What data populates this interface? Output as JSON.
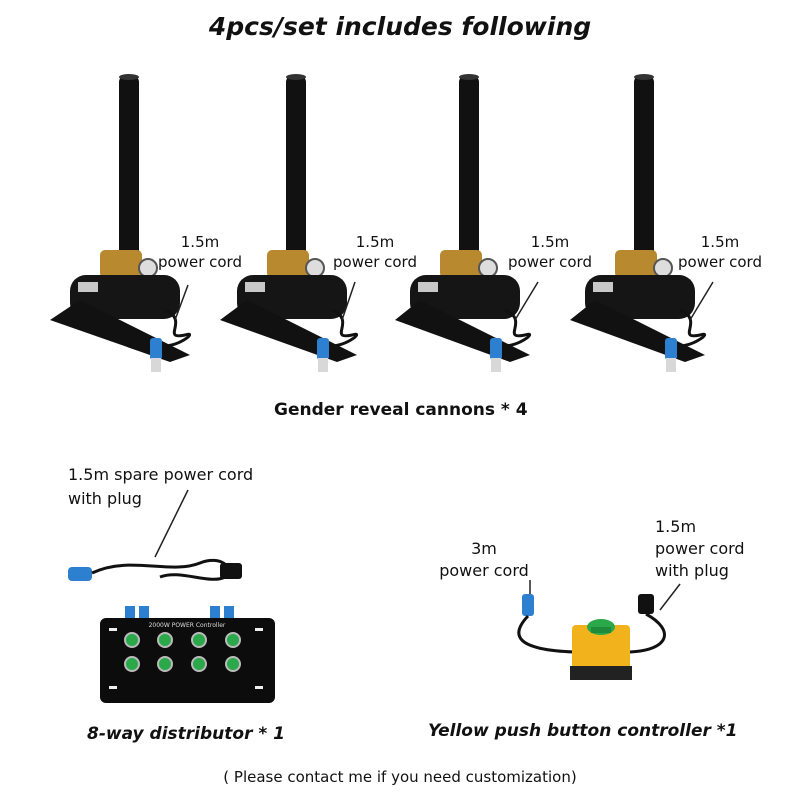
{
  "title": "4pcs/set includes following",
  "cannons": {
    "caption": "Gender reveal cannons * 4",
    "items": [
      {
        "label_line1": "1.5m",
        "label_line2": "power cord"
      },
      {
        "label_line1": "1.5m",
        "label_line2": "power cord"
      },
      {
        "label_line1": "1.5m",
        "label_line2": "power cord"
      },
      {
        "label_line1": "1.5m",
        "label_line2": "power cord"
      }
    ]
  },
  "spare_cord": {
    "line1": "1.5m  spare power cord",
    "line2": "with plug"
  },
  "distributor": {
    "caption": "8-way distributor * 1",
    "panel_text": "2000W POWER Controller"
  },
  "controller": {
    "caption": "Yellow push button controller *1",
    "left_cord": {
      "line1": "3m",
      "line2": "power cord"
    },
    "right_cord": {
      "line1": "1.5m",
      "line2": "power cord",
      "line3": "with plug"
    }
  },
  "footer": "( Please contact me if you need customization)",
  "colors": {
    "cannon_black": "#111111",
    "brass": "#b8892f",
    "plug_blue": "#2d7fd0",
    "button_yellow": "#f2b21c",
    "button_green": "#2aa84a"
  }
}
